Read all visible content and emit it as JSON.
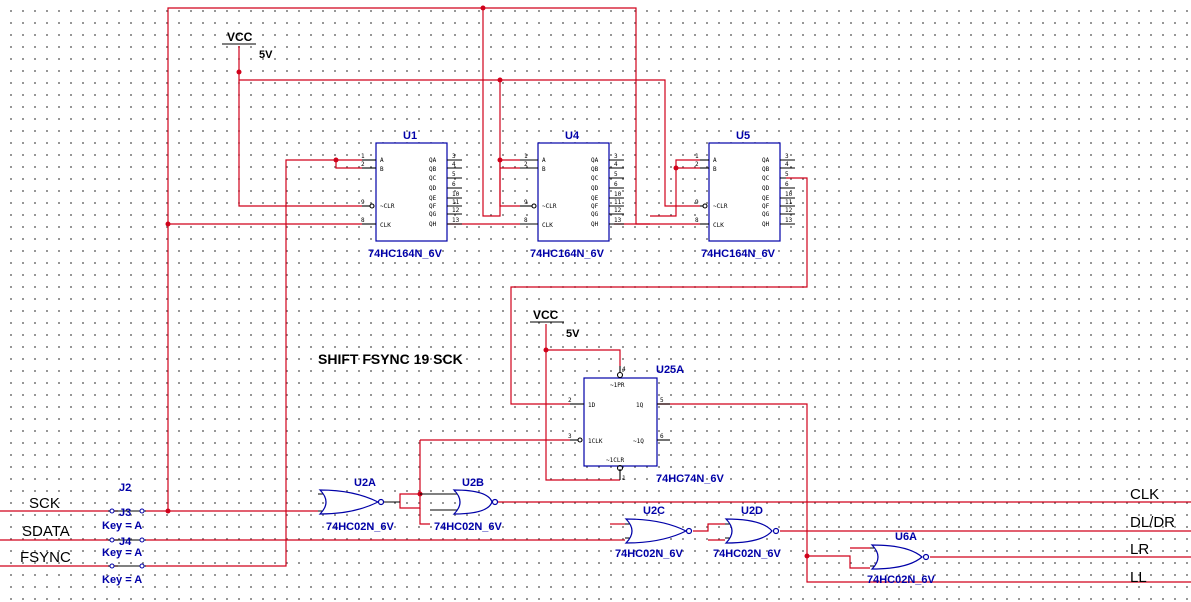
{
  "power": [
    {
      "label": "VCC",
      "value": "5V"
    },
    {
      "label": "VCC",
      "value": "5V"
    }
  ],
  "shift_registers": [
    {
      "ref": "U1",
      "part": "74HC164N_6V"
    },
    {
      "ref": "U4",
      "part": "74HC164N_6V"
    },
    {
      "ref": "U5",
      "part": "74HC164N_6V"
    }
  ],
  "sr_pins": {
    "left": [
      "A",
      "B",
      "~CLR",
      "CLK"
    ],
    "left_nums": [
      "1",
      "2",
      "9",
      "8"
    ],
    "right": [
      "QA",
      "QB",
      "QC",
      "QD",
      "QE",
      "QF",
      "QG",
      "QH"
    ],
    "right_nums": [
      "3",
      "4",
      "5",
      "6",
      "10",
      "11",
      "12",
      "13"
    ]
  },
  "flipflop": {
    "ref": "U25A",
    "part": "74HC74N_6V",
    "pins": [
      "~1PR",
      "1D",
      "1Q",
      "1CLK",
      "~1Q",
      "~1CLR"
    ],
    "pin_nums": [
      "4",
      "2",
      "5",
      "3",
      "6",
      "1"
    ]
  },
  "gates": [
    {
      "ref": "U2A",
      "part": "74HC02N_6V"
    },
    {
      "ref": "U2B",
      "part": "74HC02N_6V"
    },
    {
      "ref": "U2C",
      "part": "74HC02N_6V"
    },
    {
      "ref": "U2D",
      "part": "74HC02N_6V"
    },
    {
      "ref": "U6A",
      "part": "74HC02N_6V"
    }
  ],
  "note": "SHIFT FSYNC 19 SCK",
  "connectors": [
    {
      "ref": "J2",
      "key": ""
    },
    {
      "ref": "J3",
      "key": "Key = A"
    },
    {
      "ref": "J4",
      "key": "Key = A"
    },
    {
      "ref": "",
      "key": "Key = A"
    }
  ],
  "inputs": [
    "SCK",
    "SDATA",
    "FSYNC"
  ],
  "outputs": [
    "CLK",
    "DL/DR",
    "LR",
    "LL"
  ]
}
